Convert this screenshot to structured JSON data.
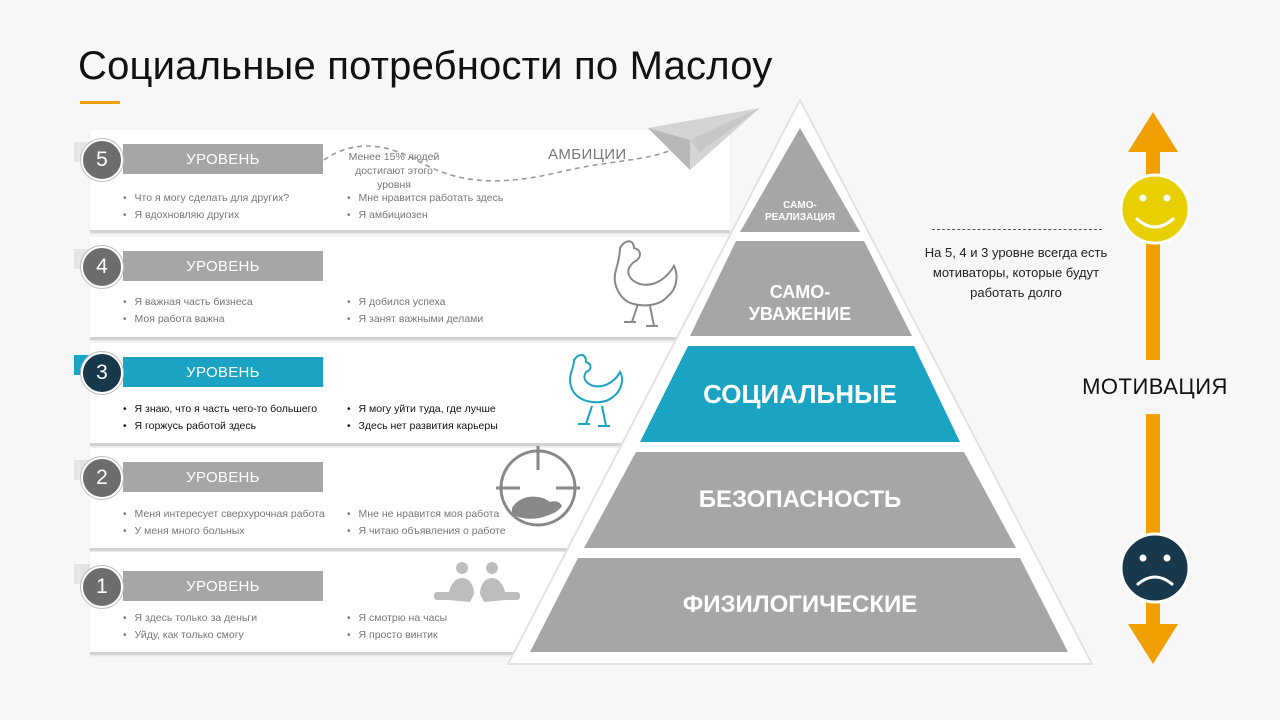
{
  "title": "Социальные потребности по Маслоу",
  "colors": {
    "accent": "#1ba3c4",
    "gray": "#a6a6a6",
    "orange": "#f0a000",
    "happy": "#e8d000",
    "sad": "#17394b"
  },
  "levels": [
    {
      "number": "5",
      "label": "УРОВЕНЬ",
      "left": [
        "Что я могу сделать для других?",
        "Я вдохновляю других"
      ],
      "right": [
        "Мне нравится работать здесь",
        "Я амбициозен"
      ],
      "note": "Менее 15% людей достигают этого уровня",
      "tag": "АМБИЦИИ"
    },
    {
      "number": "4",
      "label": "УРОВЕНЬ",
      "left": [
        "Я важная часть бизнеса",
        "Моя работа важна"
      ],
      "right": [
        "Я добился успеха",
        "Я занят важными делами"
      ]
    },
    {
      "number": "3",
      "label": "УРОВЕНЬ",
      "left": [
        "Я знаю, что я часть чего-то большего",
        "Я горжусь работой здесь"
      ],
      "right": [
        "Я могу уйти туда, где лучше",
        "Здесь нет развития карьеры"
      ]
    },
    {
      "number": "2",
      "label": "УРОВЕНЬ",
      "left": [
        "Меня интересует сверхурочная работа",
        "У меня много больных"
      ],
      "right": [
        "Мне не нравится моя работа",
        "Я читаю объявления о работе"
      ]
    },
    {
      "number": "1",
      "label": "УРОВЕНЬ",
      "left": [
        "Я здесь только за деньги",
        "Уйду, как только смогу"
      ],
      "right": [
        "Я смотрю на часы",
        "Я просто винтик"
      ]
    }
  ],
  "pyramid": {
    "self_actualization": "САМО-\nРЕАЛИЗАЦИЯ",
    "self_esteem": "САМО-\nУВАЖЕНИЕ",
    "social": "СОЦИАЛЬНЫЕ",
    "safety": "БЕЗОПАСНОСТЬ",
    "physiological": "ФИЗИЛОГИЧЕСКИЕ"
  },
  "side_note": "На 5, 4 и 3 уровне всегда есть мотиваторы, которые будут работать долго",
  "motivation_label": "МОТИВАЦИЯ",
  "icons": [
    "paper-plane-icon",
    "hen-icon",
    "chicken-icon",
    "crosshair-rat-icon",
    "sitting-people-icon",
    "happy-face-icon",
    "sad-face-icon"
  ]
}
